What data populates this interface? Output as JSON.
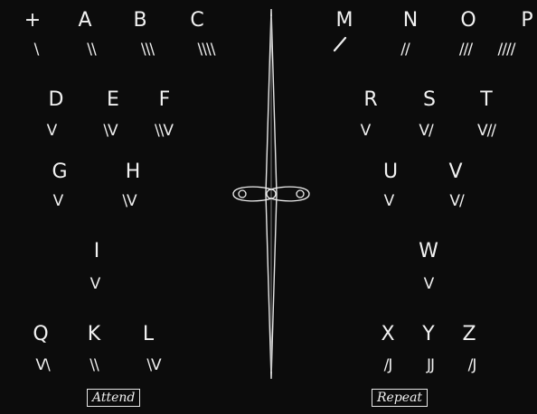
{
  "groups": {
    "left": [
      {
        "letter": "+",
        "code": "\\"
      },
      {
        "letter": "A",
        "code": "\\\\"
      },
      {
        "letter": "B",
        "code": "\\\\\\"
      },
      {
        "letter": "C",
        "code": "\\\\\\\\"
      },
      {
        "letter": "D",
        "code": "V"
      },
      {
        "letter": "E",
        "code": "\\V"
      },
      {
        "letter": "F",
        "code": "\\\\V"
      },
      {
        "letter": "G",
        "code": "V"
      },
      {
        "letter": "H",
        "code": "\\V"
      },
      {
        "letter": "I",
        "code": "V"
      },
      {
        "letter": "Q",
        "code": "V\\"
      },
      {
        "letter": "K",
        "code": "\\\\"
      },
      {
        "letter": "L",
        "code": "\\V"
      }
    ],
    "right": [
      {
        "letter": "M",
        "code": "/"
      },
      {
        "letter": "N",
        "code": "//"
      },
      {
        "letter": "O",
        "code": "///"
      },
      {
        "letter": "P",
        "code": "////"
      },
      {
        "letter": "R",
        "code": "V"
      },
      {
        "letter": "S",
        "code": "V/"
      },
      {
        "letter": "T",
        "code": "V//"
      },
      {
        "letter": "U",
        "code": "V"
      },
      {
        "letter": "V",
        "code": "V/"
      },
      {
        "letter": "W",
        "code": "V"
      },
      {
        "letter": "X",
        "code": "/J"
      },
      {
        "letter": "Y",
        "code": "JJ"
      },
      {
        "letter": "Z",
        "code": "/J"
      }
    ]
  },
  "labels": {
    "attend": "Attend",
    "repeat": "Repeat"
  },
  "colors": {
    "background": "#0c0c0c",
    "ink": "#f2f2f2"
  }
}
